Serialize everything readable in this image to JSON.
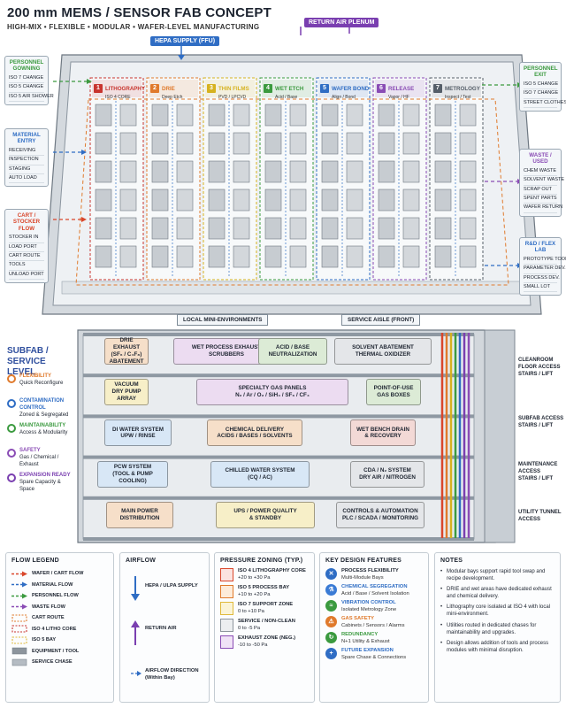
{
  "title": "200 mm MEMS / SENSOR FAB CONCEPT",
  "subtitle": "HIGH-MIX • FLEXIBLE • MODULAR • WAFER-LEVEL MANUFACTURING",
  "top_tags": {
    "hepa": "HEPA SUPPLY (FFU)",
    "return": "RETURN AIR PLENUM"
  },
  "bottom_tags": {
    "local": "LOCAL MINI-ENVIRONMENTS",
    "aisle": "SERVICE AISLE (FRONT)"
  },
  "bays": [
    {
      "num": "1",
      "name": "LITHOGRAPHY",
      "sub": "ISO 4 CORE",
      "color": "#c8352f"
    },
    {
      "num": "2",
      "name": "DRIE",
      "sub": "Deep Etch",
      "color": "#e07a2c"
    },
    {
      "num": "3",
      "name": "THIN FILMS",
      "sub": "PVD / LPCVD",
      "color": "#d6b21f"
    },
    {
      "num": "4",
      "name": "WET ETCH",
      "sub": "Acid / Base",
      "color": "#3b9a3f"
    },
    {
      "num": "5",
      "name": "WAFER BOND",
      "sub": "Align / Bond",
      "color": "#2f6dc4"
    },
    {
      "num": "6",
      "name": "RELEASE",
      "sub": "Vapor / HF",
      "color": "#8a4cb5"
    },
    {
      "num": "7",
      "name": "METROLOGY",
      "sub": "Inspect / Test",
      "color": "#555e68"
    }
  ],
  "left_boxes": [
    {
      "title": "PERSONNEL GOWNING",
      "items": [
        "ISO 7 CHANGE",
        "ISO 5 CHANGE",
        "ISO 5 AIR SHOWER"
      ],
      "color": "#3b9a3f"
    },
    {
      "title": "MATERIAL ENTRY",
      "items": [
        "RECEIVING",
        "INSPECTION",
        "STAGING",
        "AUTO LOAD"
      ],
      "color": "#2f6dc4"
    },
    {
      "title": "CART / STOCKER FLOW",
      "items": [
        "STOCKER IN",
        "LOAD PORT",
        "CART ROUTE",
        "TOOLS",
        "UNLOAD PORT"
      ],
      "color": "#d9462b"
    }
  ],
  "right_boxes": [
    {
      "title": "PERSONNEL EXIT",
      "items": [
        "ISO 5 CHANGE",
        "ISO 7 CHANGE",
        "STREET CLOTHES"
      ],
      "color": "#3b9a3f"
    },
    {
      "title": "WASTE / USED",
      "items": [
        "CHEM WASTE",
        "SOLVENT WASTE",
        "SCRAP OUT",
        "SPENT PARTS",
        "WAFER RETURN"
      ],
      "color": "#8a4cb5"
    },
    {
      "title": "R&D / FLEX LAB",
      "items": [
        "PROTOTYPE TOOLS",
        "PARAMETER DEV.",
        "PROCESS DEV.",
        "SMALL LOT"
      ],
      "color": "#2f6dc4"
    }
  ],
  "subfab": {
    "title": "SUBFAB / SERVICE LEVEL",
    "features": [
      {
        "title": "FLEXIBILITY",
        "sub": "Quick Reconfigure",
        "color": "#e07a2c"
      },
      {
        "title": "CONTAMINATION CONTROL",
        "sub": "Zoned & Segregated",
        "color": "#2f6dc4"
      },
      {
        "title": "MAINTAINABILITY",
        "sub": "Access & Modularity",
        "color": "#3b9a3f"
      },
      {
        "title": "SAFETY",
        "sub": "Gas / Chemical / Exhaust",
        "color": "#8a4cb5"
      },
      {
        "title": "EXPANSION READY",
        "sub": "Spare Capacity & Space",
        "color": "#7a3fb0"
      }
    ],
    "levels": [
      {
        "boxes": [
          {
            "text": "DRIE EXHAUST\n(SF₆ / C₄F₈)\nABATEMENT",
            "bg": "#f6dfc9"
          },
          {
            "text": "WET PROCESS EXHAUST\nSCRUBBERS",
            "bg": "#ecdcf1"
          },
          {
            "text": "ACID / BASE\nNEUTRALIZATION",
            "bg": "#dcebd6"
          },
          {
            "text": "SOLVENT ABATEMENT\nTHERMAL OXIDIZER",
            "bg": "#e4e6e9"
          }
        ]
      },
      {
        "boxes": [
          {
            "text": "VACUUM\nDRY PUMP\nARRAY",
            "bg": "#f7efc8"
          },
          {
            "text": "SPECIALTY GAS PANELS\nN₂ / Ar / O₂ / SiH₄ / SF₆ / CF₄",
            "bg": "#ecdcf1"
          },
          {
            "text": "POINT-OF-USE\nGAS BOXES",
            "bg": "#dcebd6"
          }
        ]
      },
      {
        "boxes": [
          {
            "text": "DI WATER SYSTEM\nUPW / RINSE",
            "bg": "#d8e7f6"
          },
          {
            "text": "CHEMICAL DELIVERY\nACIDS / BASES / SOLVENTS",
            "bg": "#f6dfc9"
          },
          {
            "text": "WET BENCH DRAIN\n& RECOVERY",
            "bg": "#f3d9d6"
          }
        ]
      },
      {
        "boxes": [
          {
            "text": "PCW SYSTEM\n(TOOL & PUMP COOLING)",
            "bg": "#d8e7f6"
          },
          {
            "text": "CHILLED WATER SYSTEM\n(CQ / AC)",
            "bg": "#d8e7f6"
          },
          {
            "text": "CDA / N₂ SYSTEM\nDRY AIR / NITROGEN",
            "bg": "#e4e6e9"
          }
        ]
      },
      {
        "boxes": [
          {
            "text": "MAIN POWER\nDISTRIBUTION",
            "bg": "#f6dfc9"
          },
          {
            "text": "UPS / POWER QUALITY\n& STANDBY",
            "bg": "#f7efc8"
          },
          {
            "text": "CONTROLS & AUTOMATION\nPLC / SCADA / MONITORING",
            "bg": "#e4e6e9"
          }
        ]
      }
    ],
    "right": [
      "CLEANROOM\nFLOOR ACCESS\nSTAIRS / LIFT",
      "SUBFAB ACCESS\nSTAIRS / LIFT",
      "MAINTENANCE\nACCESS\nSTAIRS / LIFT",
      "UTILITY TUNNEL\nACCESS"
    ]
  },
  "flow_legend": {
    "title": "FLOW LEGEND",
    "items": [
      {
        "label": "WAFER / CART FLOW",
        "color": "#d9462b",
        "style": "dash-arrow"
      },
      {
        "label": "MATERIAL FLOW",
        "color": "#2f6dc4",
        "style": "dash-arrow"
      },
      {
        "label": "PERSONNEL FLOW",
        "color": "#3b9a3f",
        "style": "dash-arrow"
      },
      {
        "label": "WASTE FLOW",
        "color": "#8a4cb5",
        "style": "dash-arrow"
      },
      {
        "label": "CART ROUTE",
        "color": "#e07a2c",
        "style": "dash-box"
      },
      {
        "label": "ISO 4 LITHO CORE",
        "color": "#c8352f",
        "style": "dash-box"
      },
      {
        "label": "ISO 5 BAY",
        "color": "#e0b93a",
        "style": "dash-box"
      },
      {
        "label": "EQUIPMENT / TOOL",
        "color": "#8d959d",
        "style": "fill"
      },
      {
        "label": "SERVICE CHASE",
        "color": "#b5bcc3",
        "style": "fill"
      }
    ]
  },
  "airflow": {
    "title": "AIRFLOW",
    "hepa": "HEPA / ULPA SUPPLY",
    "return": "RETURN AIR",
    "direction": "AIRFLOW DIRECTION\n(Within Bay)"
  },
  "pressure": {
    "title": "PRESSURE ZONING (TYP.)",
    "items": [
      {
        "name": "ISO 4 LITHOGRAPHY CORE",
        "range": "+20 to +30 Pa",
        "color": "#d9462b",
        "fill": "#fbe3e0"
      },
      {
        "name": "ISO 5 PROCESS BAY",
        "range": "+10 to +20 Pa",
        "color": "#e07a2c",
        "fill": "#fdebd9"
      },
      {
        "name": "ISO 7 SUPPORT ZONE",
        "range": "0 to +10 Pa",
        "color": "#e0b93a",
        "fill": "#fbf4d6"
      },
      {
        "name": "SERVICE / NON-CLEAN",
        "range": "0 to -5 Pa",
        "color": "#8d959d",
        "fill": "#eceef0"
      },
      {
        "name": "EXHAUST ZONE (NEG.)",
        "range": "-10 to -50 Pa",
        "color": "#8a4cb5",
        "fill": "#f0e2f6"
      }
    ]
  },
  "key_features": {
    "title": "KEY DESIGN FEATURES",
    "items": [
      {
        "title": "PROCESS FLEXIBILITY",
        "sub": "Multi-Module Bays",
        "color": "#2f6dc4",
        "title_color": "#1d2430"
      },
      {
        "title": "CHEMICAL SEGREGATION",
        "sub": "Acid / Base / Solvent Isolation",
        "color": "#3a7bd5",
        "title_color": "#2f6dc4"
      },
      {
        "title": "VIBRATION CONTROL",
        "sub": "Isolated Metrology Zone",
        "color": "#3b9a3f",
        "title_color": "#2f6dc4"
      },
      {
        "title": "GAS SAFETY",
        "sub": "Cabinets / Sensors / Alarms",
        "color": "#e07a2c",
        "title_color": "#e07a2c"
      },
      {
        "title": "REDUNDANCY",
        "sub": "N+1 Utility & Exhaust",
        "color": "#3b9a3f",
        "title_color": "#3b9a3f"
      },
      {
        "title": "FUTURE EXPANSION",
        "sub": "Spare Chase & Connections",
        "color": "#2f6dc4",
        "title_color": "#2f6dc4"
      }
    ]
  },
  "notes": {
    "title": "NOTES",
    "items": [
      "Modular bays support rapid tool swap and recipe development.",
      "DRIE and wet areas have dedicated exhaust and chemical delivery.",
      "Lithography core isolated at ISO 4 with local mini-environment.",
      "Utilities routed in dedicated chases for maintainability and upgrades.",
      "Design allows addition of tools and process modules with minimal disruption."
    ]
  }
}
